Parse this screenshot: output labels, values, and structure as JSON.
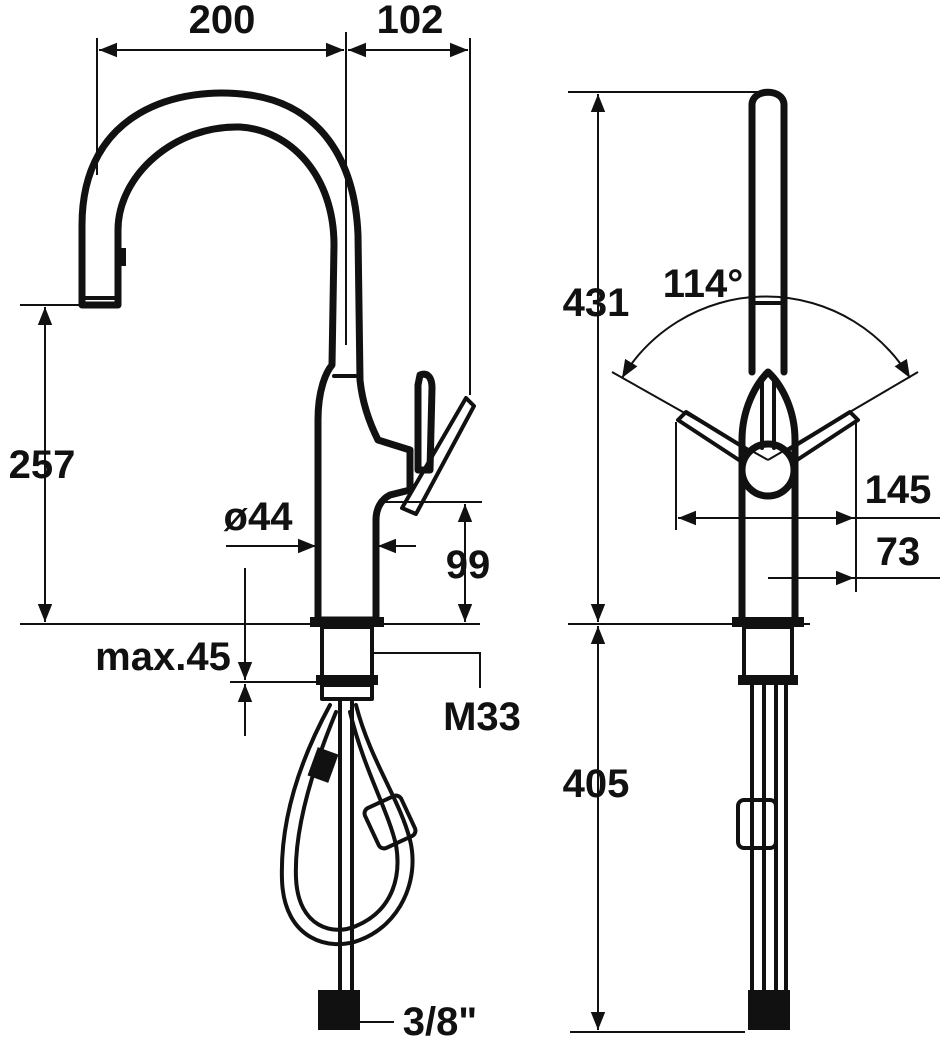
{
  "side_view": {
    "dim_200": "200",
    "dim_102": "102",
    "dim_257": "257",
    "dim_diameter": "ø44",
    "dim_99": "99",
    "dim_max45": "max.45",
    "label_thread": "M33",
    "label_hose": "3/8\""
  },
  "front_view": {
    "dim_431": "431",
    "dim_angle": "114°",
    "dim_145": "145",
    "dim_73": "73",
    "dim_405": "405"
  },
  "colors": {
    "line": "#111111",
    "background": "#ffffff"
  }
}
